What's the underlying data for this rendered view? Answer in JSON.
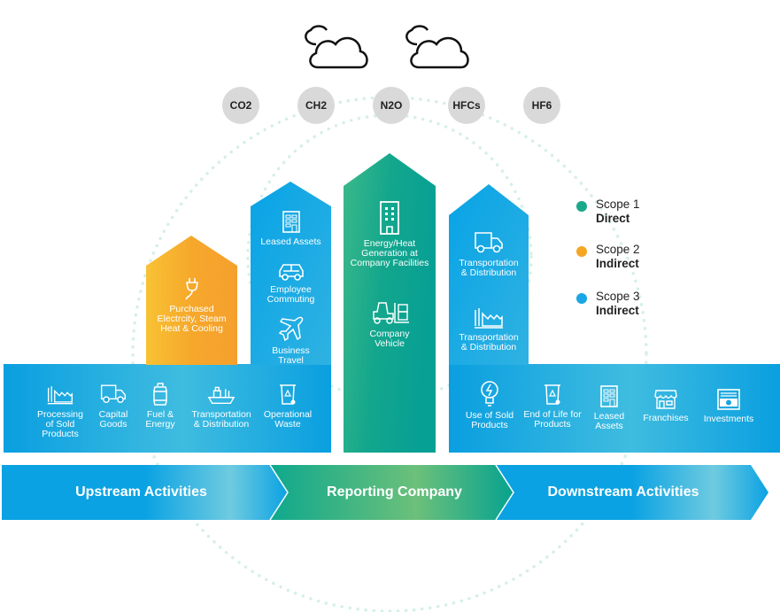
{
  "gases": [
    "CO2",
    "CH2",
    "N2O",
    "HFCs",
    "HF6"
  ],
  "colors": {
    "scope1": "#1aa88a",
    "scope2": "#f5a623",
    "scope3": "#0aa3e3",
    "gas_bg": "#d9d9d9",
    "dots": "#d6efe9"
  },
  "scope2_column": {
    "items": [
      {
        "icon": "plug-icon",
        "label": "Purchased\nElectrcity, Steam\nHeat & Cooling"
      }
    ]
  },
  "upstream_column": {
    "items": [
      {
        "icon": "building-icon",
        "label": "Leased Assets"
      },
      {
        "icon": "car-icon",
        "label": "Employee\nCommuting"
      },
      {
        "icon": "airplane-icon",
        "label": "Business\nTravel"
      }
    ]
  },
  "company_column": {
    "items": [
      {
        "icon": "office-building-icon",
        "label": "Energy/Heat\nGeneration at\nCompany Facilities"
      },
      {
        "icon": "forklift-icon",
        "label": "Company\nVehicle"
      }
    ]
  },
  "downstream_column": {
    "items": [
      {
        "icon": "truck-icon",
        "label": "Transportation\n& Distribution"
      },
      {
        "icon": "factory-icon",
        "label": "Transportation\n& Distribution"
      }
    ]
  },
  "upstream_bar": {
    "items": [
      {
        "icon": "factory-icon",
        "label": "Processing\nof Sold\nProducts"
      },
      {
        "icon": "truck-icon",
        "label": "Capital\nGoods"
      },
      {
        "icon": "gas-cylinder-icon",
        "label": "Fuel &\nEnergy"
      },
      {
        "icon": "ship-icon",
        "label": "Transportation\n& Distribution"
      },
      {
        "icon": "recycle-bin-icon",
        "label": "Operational\nWaste"
      }
    ]
  },
  "downstream_bar": {
    "items": [
      {
        "icon": "lightbulb-icon",
        "label": "Use of Sold\nProducts"
      },
      {
        "icon": "recycle-bin-icon",
        "label": "End of Life for\nProducts"
      },
      {
        "icon": "building-icon",
        "label": "Leased\nAssets"
      },
      {
        "icon": "storefront-icon",
        "label": "Franchises"
      },
      {
        "icon": "money-icon",
        "label": "Investments"
      }
    ]
  },
  "legend": [
    {
      "scope": "Scope 1",
      "type": "Direct"
    },
    {
      "scope": "Scope 2",
      "type": "Indirect"
    },
    {
      "scope": "Scope 3",
      "type": "Indirect"
    }
  ],
  "flow": {
    "upstream": "Upstream Activities",
    "reporting": "Reporting Company",
    "downstream": "Downstream Activities"
  }
}
